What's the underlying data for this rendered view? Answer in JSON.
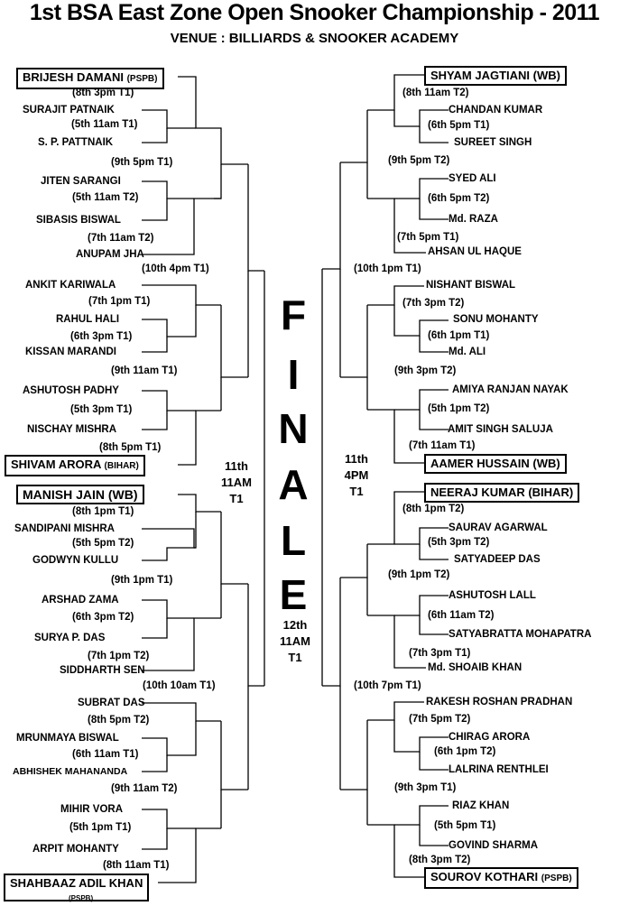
{
  "header": {
    "title": "1st BSA East Zone Open Snooker Championship - 2011",
    "venue": "VENUE : BILLIARDS & SNOOKER ACADEMY"
  },
  "finale": {
    "letters": [
      "F",
      "I",
      "N",
      "A",
      "L",
      "E"
    ],
    "left_semi": [
      "11th",
      "11AM",
      "T1"
    ],
    "right_semi": [
      "11th",
      "4PM",
      "T1"
    ],
    "final": [
      "12th",
      "11AM",
      "T1"
    ]
  },
  "seeds": {
    "brijesh": {
      "name": "BRIJESH DAMANI",
      "aff": "(PSPB)"
    },
    "shivam": {
      "name": "SHIVAM ARORA",
      "aff": "(BIHAR)"
    },
    "manish": {
      "name": "MANISH JAIN (WB)",
      "aff": ""
    },
    "shahbaaz": {
      "name": "SHAHBAAZ ADIL KHAN",
      "aff": "(PSPB)"
    },
    "shyam": {
      "name": "SHYAM JAGTIANI (WB)",
      "aff": ""
    },
    "aamer": {
      "name": "AAMER HUSSAIN (WB)",
      "aff": ""
    },
    "neeraj": {
      "name": "NEERAJ KUMAR (BIHAR)",
      "aff": ""
    },
    "sourav": {
      "name": "SOUROV KOTHARI",
      "aff": "(PSPB)"
    }
  },
  "players": {
    "L": [
      "SURAJIT PATNAIK",
      "S. P. PATTNAIK",
      "JITEN SARANGI",
      "SIBASIS BISWAL",
      "ANUPAM JHA",
      "ANKIT KARIWALA",
      "RAHUL HALI",
      "KISSAN MARANDI",
      "ASHUTOSH PADHY",
      "NISCHAY MISHRA",
      "SANDIPANI MISHRA",
      "GODWYN KULLU",
      "ARSHAD ZAMA",
      "SURYA P. DAS",
      "SIDDHARTH SEN",
      "SUBRAT DAS",
      "MRUNMAYA BISWAL",
      "ABHISHEK MAHANANDA",
      "MIHIR VORA",
      "ARPIT MOHANTY"
    ],
    "R": [
      "CHANDAN KUMAR",
      "SUREET SINGH",
      "SYED ALI",
      "Md. RAZA",
      "AHSAN UL HAQUE",
      "NISHANT BISWAL",
      "SONU MOHANTY",
      "Md. ALI",
      "AMIYA RANJAN NAYAK",
      "AMIT SINGH SALUJA",
      "SAURAV AGARWAL",
      "SATYADEEP DAS",
      "ASHUTOSH LALL",
      "SATYABRATTA MOHAPATRA",
      "Md. SHOAIB KHAN",
      "RAKESH ROSHAN PRADHAN",
      "CHIRAG ARORA",
      "LALRINA RENTHLEI",
      "RIAZ KHAN",
      "GOVIND SHARMA"
    ]
  },
  "schedules": {
    "L": [
      "(8th 3pm T1)",
      "(5th 11am T1)",
      "(9th 5pm T1)",
      "(5th 11am T2)",
      "(7th 11am T2)",
      "(10th 4pm T1)",
      "(7th 1pm T1)",
      "(6th 3pm T1)",
      "(9th 11am T1)",
      "(5th 3pm T1)",
      "(8th 5pm T1)",
      "(8th 1pm T1)",
      "(5th 5pm T2)",
      "(9th 1pm T1)",
      "(6th 3pm T2)",
      "(7th 1pm T2)",
      "(10th 10am T1)",
      "(8th 5pm T2)",
      "(6th 11am T1)",
      "(9th 11am T2)",
      "(5th 1pm T1)",
      "(8th 11am T1)"
    ],
    "R": [
      "(8th 11am T2)",
      "(6th 5pm T1)",
      "(9th 5pm T2)",
      "(6th 5pm T2)",
      "(7th 5pm T1)",
      "(10th 1pm T1)",
      "(7th 3pm T2)",
      "(6th 1pm T1)",
      "(9th 3pm T2)",
      "(5th 1pm T2)",
      "(7th 11am T1)",
      "(8th 1pm T2)",
      "(5th 3pm T2)",
      "(9th 1pm T2)",
      "(6th 11am T2)",
      "(7th 3pm T1)",
      "(10th 7pm T1)",
      "(7th 5pm T2)",
      "(6th 1pm T2)",
      "(9th 3pm T1)",
      "(5th 5pm T1)",
      "(8th 3pm T2)"
    ]
  }
}
